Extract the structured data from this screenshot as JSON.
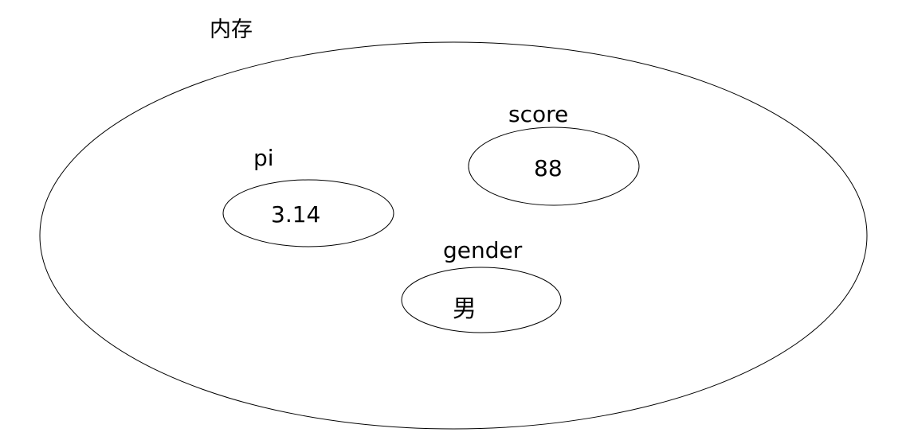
{
  "diagram": {
    "type": "memory-model-venn",
    "background_color": "#ffffff",
    "stroke_color": "#000000",
    "text_color": "#000000",
    "container": {
      "label": "内存",
      "label_meaning": "memory",
      "shape": "ellipse"
    },
    "variables": [
      {
        "name": "pi",
        "value": "3.14",
        "shape": "ellipse"
      },
      {
        "name": "score",
        "value": "88",
        "shape": "ellipse"
      },
      {
        "name": "gender",
        "value": "男",
        "shape": "ellipse"
      }
    ]
  }
}
